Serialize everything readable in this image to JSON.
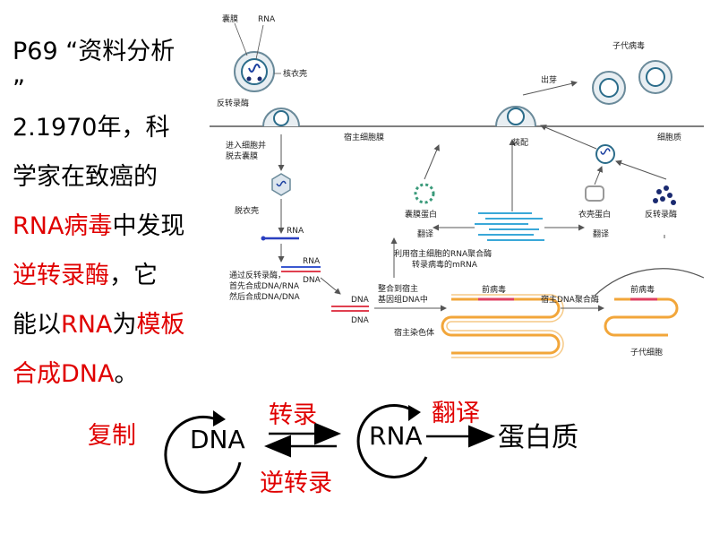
{
  "left_text": {
    "line1": "P69 “资料分析",
    "line2": "”",
    "line3": "2.1970年，科",
    "line4": "学家在致癌的",
    "line5a": "RNA病毒",
    "line5b": "中发现",
    "line6a": "逆转录酶",
    "line6b": "，它",
    "line7a": "能以",
    "line7b": "RNA",
    "line7c": "为",
    "line7d": "模板",
    "line8a": "合成DNA",
    "line8b": "。"
  },
  "diagram": {
    "envelope": "囊膜",
    "rna": "RNA",
    "capsid": "核衣壳",
    "rt": "反转录酶",
    "progeny": "子代病毒",
    "budding": "出芽",
    "host_membrane": "宿主细胞膜",
    "assembly": "装配",
    "cytoplasm": "细胞质",
    "enter1": "进入细胞并",
    "enter2": "脱去囊膜",
    "uncoat": "脱衣壳",
    "env_protein": "囊膜蛋白",
    "coat_protein": "衣壳蛋白",
    "rt_enzyme": "反转录酶",
    "translate1": "翻译",
    "translate2": "翻译",
    "rna_label": "RNA",
    "rna_label2": "RNA",
    "dna_label": "DNA",
    "dna_label2": "DNA",
    "dna_label3": "DNA",
    "transcribe1": "利用宿主细胞的RNA聚合酶",
    "transcribe2": "转录病毒的mRNA",
    "rt_step1": "通过反转录酶，",
    "rt_step2": "首先合成DNA/RNA",
    "rt_step3": "然后合成DNA/DNA",
    "integrate1": "整合到宿主",
    "integrate2": "基因组DNA中",
    "provirus": "前病毒",
    "provirus2": "前病毒",
    "host_chrom": "宿主染色体",
    "host_rnapol": "宿主DNA聚合酶",
    "daughter_cell": "子代细胞"
  },
  "flow": {
    "replicate": "复制",
    "dna": "DNA",
    "transcription": "转录",
    "reverse_transcription": "逆转录",
    "rna": "RNA",
    "translation": "翻译",
    "protein": "蛋白质"
  }
}
